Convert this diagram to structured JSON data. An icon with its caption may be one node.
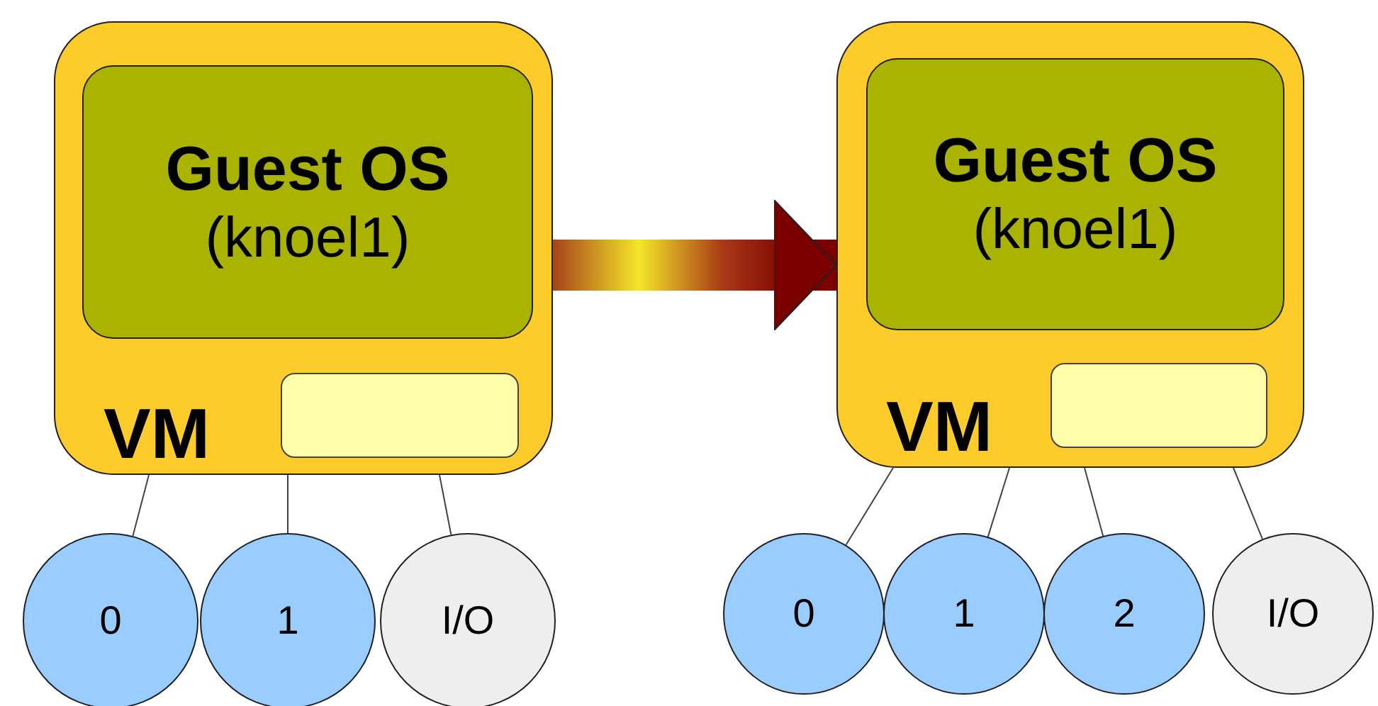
{
  "diagram": {
    "nodes": [
      {
        "text": [
          "VM"
        ]
      },
      {
        "text": [
          "Guest OS",
          "(knoel1)"
        ],
        "in": 0
      },
      {
        "text": [],
        "shape": "box",
        "in": 0
      },
      {
        "text": [
          "0"
        ]
      },
      {
        "text": [
          "1"
        ]
      },
      {
        "text": [
          "I/O"
        ]
      },
      {
        "text": [
          "VM"
        ]
      },
      {
        "text": [
          "Guest OS",
          "(knoel1)"
        ],
        "in": 6
      },
      {
        "text": [],
        "shape": "box",
        "in": 6
      },
      {
        "text": [
          "0"
        ]
      },
      {
        "text": [
          "1"
        ]
      },
      {
        "text": [
          "2"
        ]
      },
      {
        "text": [
          "I/O"
        ]
      }
    ],
    "edges": [
      {
        "from": 0,
        "to": 3,
        "arrow": "none"
      },
      {
        "from": 0,
        "to": 4,
        "arrow": "none"
      },
      {
        "from": 0,
        "to": 5,
        "arrow": "none"
      },
      {
        "from": 0,
        "to": 6,
        "arrow": "to",
        "style": "thick"
      },
      {
        "from": 6,
        "to": 9,
        "arrow": "none"
      },
      {
        "from": 6,
        "to": 10,
        "arrow": "none"
      },
      {
        "from": 6,
        "to": 11,
        "arrow": "none"
      },
      {
        "from": 6,
        "to": 12,
        "arrow": "none"
      }
    ]
  }
}
